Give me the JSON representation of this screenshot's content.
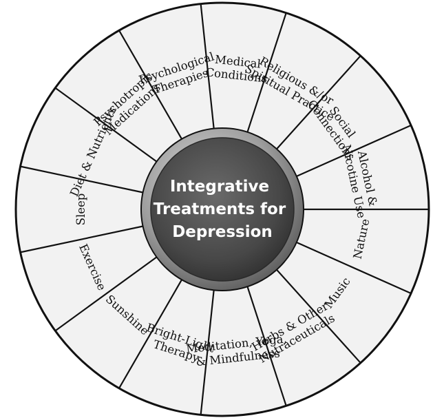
{
  "center": {
    "lines": [
      "Integrative",
      "Treatments for",
      "Depression"
    ]
  },
  "segments": [
    {
      "lines": [
        "Medical",
        "Conditions"
      ]
    },
    {
      "lines": [
        "Religious &/or",
        "Spiritual Practice"
      ]
    },
    {
      "lines": [
        "Social",
        "Connections"
      ]
    },
    {
      "lines": [
        "Alcohol &",
        "Nicotine Use"
      ]
    },
    {
      "lines": [
        "Nature"
      ]
    },
    {
      "lines": [
        "Music"
      ]
    },
    {
      "lines": [
        "Herbs & Other",
        "Nutraceuticals"
      ]
    },
    {
      "lines": [
        "Meditation, Yoga,",
        "& Mindfulness"
      ]
    },
    {
      "lines": [
        "Bright-Light",
        "Therapy"
      ]
    },
    {
      "lines": [
        "Sunshine"
      ]
    },
    {
      "lines": [
        "Exercise"
      ]
    },
    {
      "lines": [
        "Sleep"
      ]
    },
    {
      "lines": [
        "Diet & Nutrients"
      ]
    },
    {
      "lines": [
        "Psychotropic",
        "Medications"
      ]
    },
    {
      "lines": [
        "Psychological",
        "Therapies"
      ]
    }
  ],
  "colors": {
    "segment_fill": "#f2f2f2",
    "outline": "#111111",
    "hub_dark": "#4a4a4a",
    "hub_ring": "#9a9a9a",
    "text": "#111111"
  }
}
